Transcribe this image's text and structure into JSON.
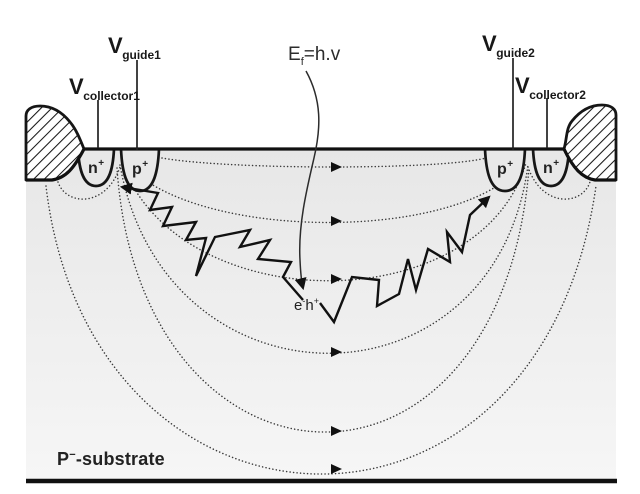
{
  "figure": {
    "description": "Cross-section diagram of a P-substrate photodetector with guide and collector electrodes, drift field lines and photo-generated carrier paths"
  },
  "labels": {
    "vguide1": {
      "base": "V",
      "sub": "guide1"
    },
    "vcollector1": {
      "base": "V",
      "sub": "collector1"
    },
    "vguide2": {
      "base": "V",
      "sub": "guide2"
    },
    "vcollector2": {
      "base": "V",
      "sub": "collector2"
    },
    "photon": {
      "base": "E",
      "sub": "f",
      "rest": "=h.v"
    },
    "pair": {
      "base1": "e",
      "sup1": "-",
      "base2": "h",
      "sup2": "+"
    },
    "substrate": {
      "base": "P",
      "sup": "−",
      "rest": "-substrate"
    }
  },
  "regions": {
    "left_n": {
      "base": "n",
      "sup": "+"
    },
    "left_p": {
      "base": "p",
      "sup": "+"
    },
    "right_p": {
      "base": "p",
      "sup": "+"
    },
    "right_n": {
      "base": "n",
      "sup": "+"
    }
  },
  "colors": {
    "line": "#161616",
    "dotted_field_line": "#3a3a3a",
    "substrate_top": "#e7e7e7",
    "substrate_bottom": "#f6f6f6",
    "background": "#ffffff"
  }
}
